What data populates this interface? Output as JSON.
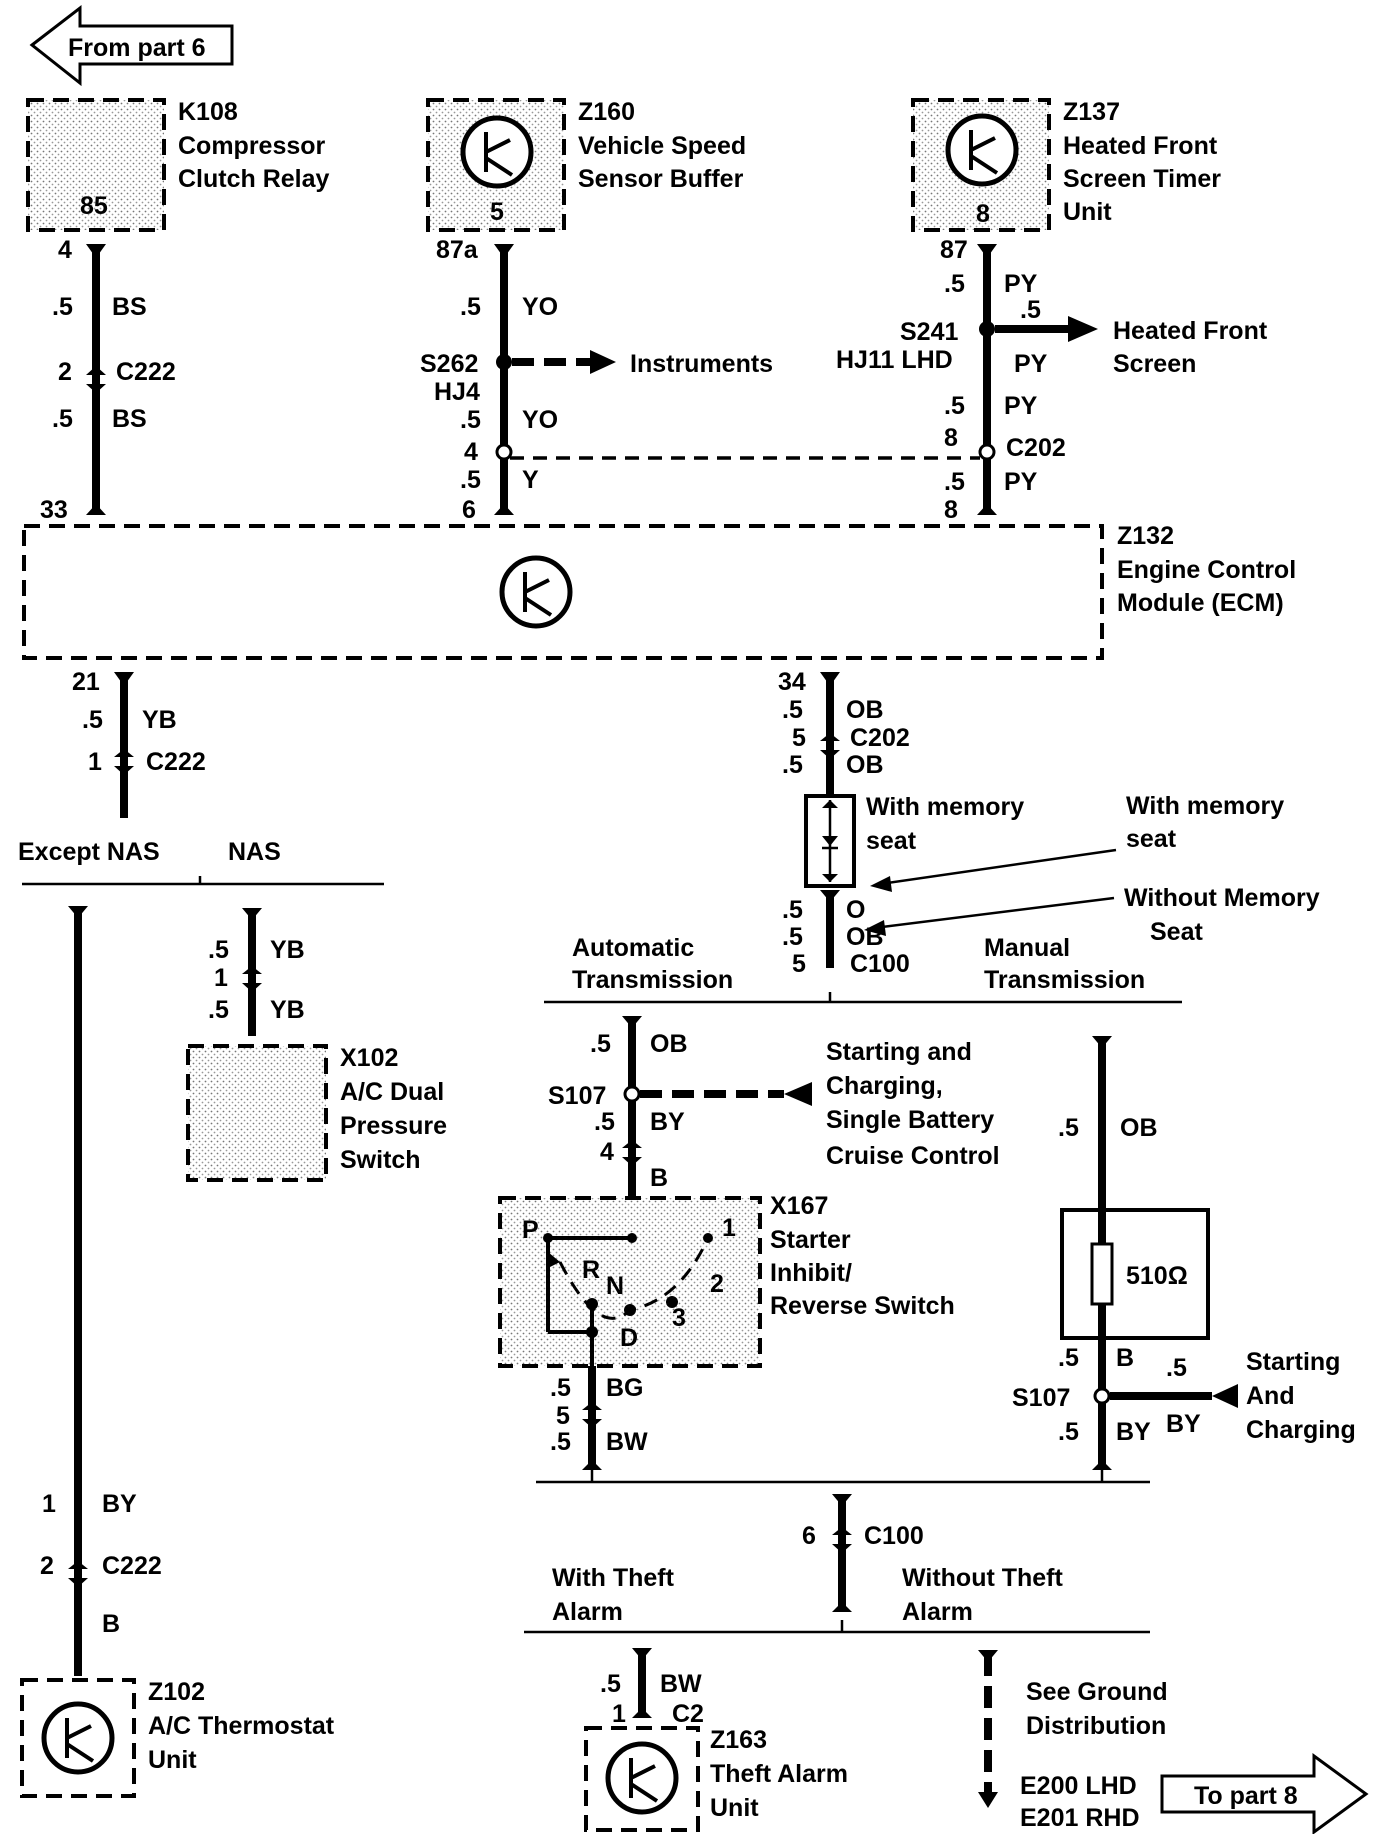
{
  "arrows": {
    "from": "From part 6",
    "to": "To part 8"
  },
  "components": {
    "k108": {
      "id": "K108",
      "name_1": "Compressor",
      "name_2": "Clutch Relay",
      "pin": "85"
    },
    "z160": {
      "id": "Z160",
      "name_1": "Vehicle Speed",
      "name_2": "Sensor Buffer",
      "pin": "5"
    },
    "z137": {
      "id": "Z137",
      "name_1": "Heated Front",
      "name_2": "Screen Timer",
      "name_3": "Unit",
      "pin": "8"
    },
    "z132": {
      "id": "Z132",
      "name_1": "Engine Control",
      "name_2": "Module (ECM)"
    },
    "x102": {
      "id": "X102",
      "name_1": "A/C Dual",
      "name_2": "Pressure",
      "name_3": "Switch"
    },
    "x167": {
      "id": "X167",
      "name_1": "Starter",
      "name_2": "Inhibit/",
      "name_3": "Reverse Switch",
      "pos_p": "P",
      "pos_r": "R",
      "pos_n": "N",
      "pos_d": "D",
      "pos_1": "1",
      "pos_2": "2",
      "pos_3": "3"
    },
    "resistor": {
      "value": "510Ω"
    },
    "z102": {
      "id": "Z102",
      "name_1": "A/C Thermostat",
      "name_2": "Unit"
    },
    "z163": {
      "id": "Z163",
      "name_1": "Theft Alarm",
      "name_2": "Unit"
    }
  },
  "branches": {
    "except_nas": "Except NAS",
    "nas": "NAS",
    "automatic_1": "Automatic",
    "automatic_2": "Transmission",
    "manual_1": "Manual",
    "manual_2": "Transmission",
    "with_theft_1": "With Theft",
    "with_theft_2": "Alarm",
    "without_theft_1": "Without Theft",
    "without_theft_2": "Alarm",
    "with_memory_1": "With memory",
    "with_memory_2": "seat",
    "with_memory_b1": "With memory",
    "with_memory_b2": "seat",
    "without_memory_1": "Without Memory",
    "without_memory_2": "Seat"
  },
  "destinations": {
    "instruments": "Instruments",
    "heated_front_1": "Heated Front",
    "heated_front_2": "Screen",
    "starting_1": "Starting and",
    "starting_2": "Charging,",
    "starting_3": "Single Battery",
    "starting_4": "Cruise Control",
    "starting_b1": "Starting",
    "starting_b2": "And",
    "starting_b3": "Charging",
    "ground_1": "See Ground",
    "ground_2": "Distribution",
    "ground_lhd": "E200 LHD",
    "ground_rhd": "E201 RHD"
  },
  "labels": {
    "t4": "4",
    "bs1_g": ".5",
    "bs1_c": "BS",
    "c222a_pin": "2",
    "c222a": "C222",
    "bs2_g": ".5",
    "bs2_c": "BS",
    "p33": "33",
    "p87a": "87a",
    "yo1_g": ".5",
    "yo1_c": "YO",
    "s262": "S262",
    "hj4": "HJ4",
    "yo2_g": ".5",
    "yo2_c": "YO",
    "p4b": "4",
    "y_g": ".5",
    "y_c": "Y",
    "p6": "6",
    "p87": "87",
    "py1_g": ".5",
    "py1_c": "PY",
    "s241": "S241",
    "hj11": "HJ11 LHD",
    "branch_g": ".5",
    "py_b": "PY",
    "py2_g": ".5",
    "py2_c": "PY",
    "p8a": "8",
    "c202a": "C202",
    "py3_g": ".5",
    "py3_c": "PY",
    "p8b": "8",
    "p21": "21",
    "yb1_g": ".5",
    "yb1_c": "YB",
    "c222b_pin": "1",
    "c222b": "C222",
    "p34": "34",
    "ob1_g": ".5",
    "ob1_c": "OB",
    "c202b_pin": "5",
    "c202b": "C202",
    "ob2_g": ".5",
    "ob2_c": "OB",
    "o_g": ".5",
    "o_c": "O",
    "ob3_g": ".5",
    "ob3_c": "OB",
    "c100a_pin": "5",
    "c100a": "C100",
    "yb2_g": ".5",
    "yb2_c": "YB",
    "c_pin1": "1",
    "yb3_g": ".5",
    "yb3_c": "YB",
    "ob4_g": ".5",
    "ob4_c": "OB",
    "s107a": "S107",
    "by1_g": ".5",
    "by1_c": "BY",
    "p4c": "4",
    "b1_c": "B",
    "bg_g": ".5",
    "bg_c": "BG",
    "p5": "5",
    "bw1_g": ".5",
    "bw1_c": "BW",
    "ob5_g": ".5",
    "ob5_c": "OB",
    "b2_g": ".5",
    "b2_c": "B",
    "s107b": "S107",
    "by2_g": ".5",
    "by2_c": "BY",
    "branch2_g": ".5",
    "by_b": "BY",
    "c100b_pin": "6",
    "c100b": "C100",
    "by3_pin": "1",
    "by3_c": "BY",
    "c222c_pin": "2",
    "c222c": "C222",
    "b3_c": "B",
    "bw2_g": ".5",
    "bw2_c": "BW",
    "c2_pin": "1",
    "c2": "C2"
  }
}
